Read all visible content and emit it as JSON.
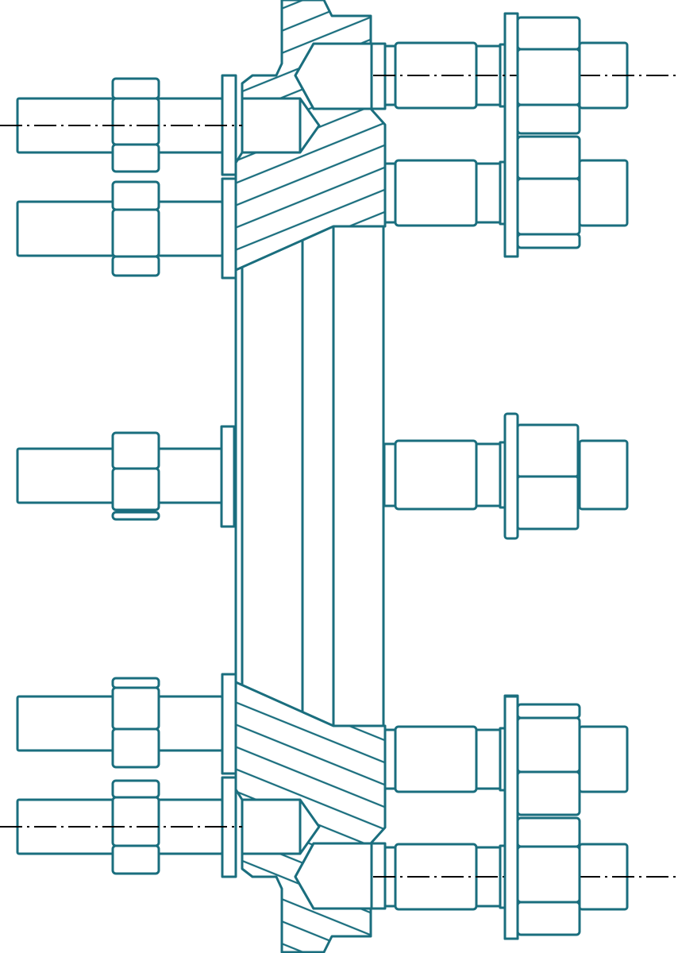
{
  "drawing": {
    "type": "flange-bolted-joint-section",
    "colors": {
      "line": "#1a6e7e",
      "centerline": "#000000",
      "background": "#ffffff"
    },
    "left_bolt_rows": 5,
    "right_bolt_rows": 5
  }
}
